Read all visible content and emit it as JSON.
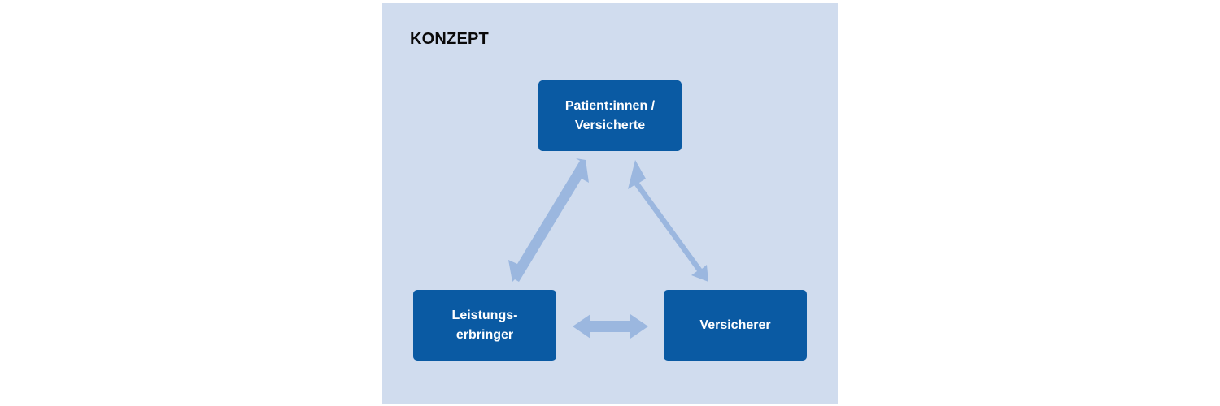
{
  "diagram": {
    "title": "KONZEPT",
    "nodes": {
      "patients": {
        "line1": "Patient:innen /",
        "line2": "Versicherte"
      },
      "providers": {
        "line1": "Leistungs-",
        "line2": "erbringer"
      },
      "insurers": {
        "line1": "Versicherer"
      }
    },
    "edges": [
      {
        "from": "patients",
        "to": "providers",
        "direction": "bidirectional"
      },
      {
        "from": "patients",
        "to": "insurers",
        "direction": "bidirectional"
      },
      {
        "from": "providers",
        "to": "insurers",
        "direction": "bidirectional"
      }
    ]
  },
  "colors": {
    "panel_background": "#d0dcee",
    "node_fill": "#0a5aa3",
    "node_text": "#ffffff",
    "arrow": "#9bb7df",
    "title_text": "#0a0a0a"
  }
}
